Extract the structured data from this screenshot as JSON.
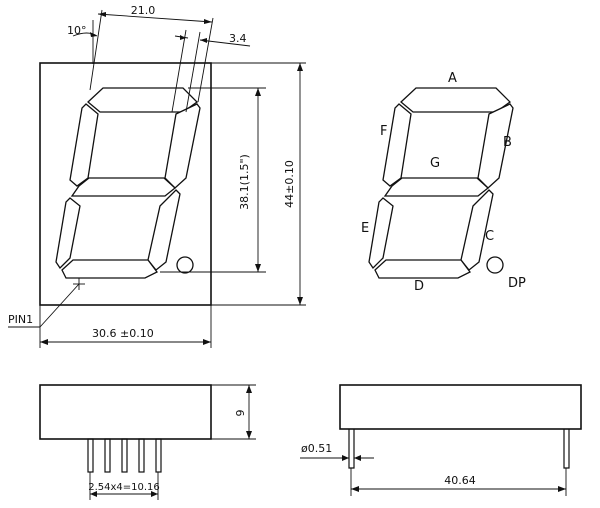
{
  "front_view": {
    "dim_width_top": "21.0",
    "dim_angle": "10°",
    "dim_seg_width": "3.4",
    "dim_digit_height": "38.1(1.5\")",
    "dim_total_height": "44±0.10",
    "dim_total_width": "30.6 ±0.10",
    "pin1_label": "PIN1"
  },
  "segment_view": {
    "labels": {
      "a": "A",
      "b": "B",
      "c": "C",
      "d": "D",
      "e": "E",
      "f": "F",
      "g": "G",
      "dp": "DP"
    }
  },
  "side_view": {
    "dim_body_height": "9",
    "dim_pin_pitch": "2.54x4=10.16"
  },
  "end_view": {
    "dim_pin_diameter": "ø0.51",
    "dim_row_spacing": "40.64"
  }
}
